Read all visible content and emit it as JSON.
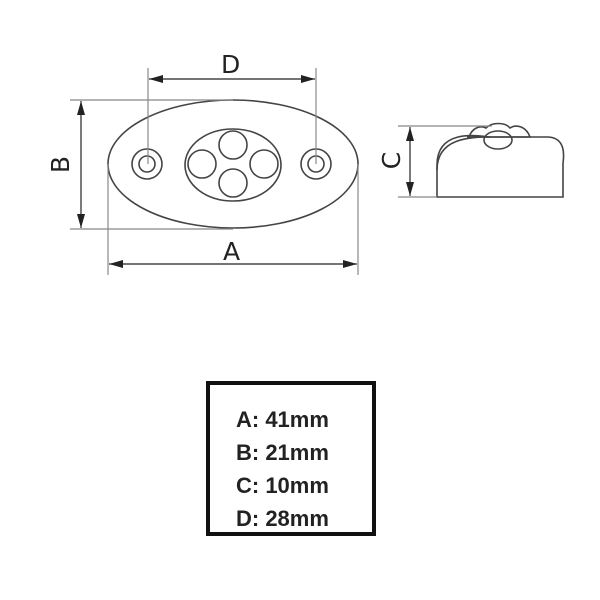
{
  "diagram": {
    "top_view": {
      "labels": {
        "A": "A",
        "B": "B",
        "D": "D"
      }
    },
    "side_view": {
      "labels": {
        "C": "C"
      }
    }
  },
  "spec_box": {
    "rows": [
      {
        "key": "A",
        "text": "A: 41mm"
      },
      {
        "key": "B",
        "text": "B: 21mm"
      },
      {
        "key": "C",
        "text": "C: 10mm"
      },
      {
        "key": "D",
        "text": "D: 28mm"
      }
    ]
  },
  "colors": {
    "line": "#444444",
    "dim_line": "#888888",
    "border": "#111111"
  }
}
